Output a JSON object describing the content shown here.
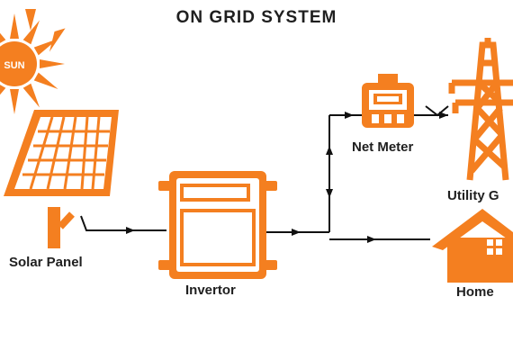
{
  "title": "ON GRID SYSTEM",
  "sun": {
    "label": "SUN"
  },
  "labels": {
    "solar_panel": "Solar Panel",
    "inverter": "Invertor",
    "net_meter": "Net Meter",
    "utility_grid": "Utility G",
    "home": "Home"
  },
  "colors": {
    "accent": "#f47f20",
    "text": "#1f1f1f",
    "line": "#111111",
    "background": "#ffffff"
  }
}
